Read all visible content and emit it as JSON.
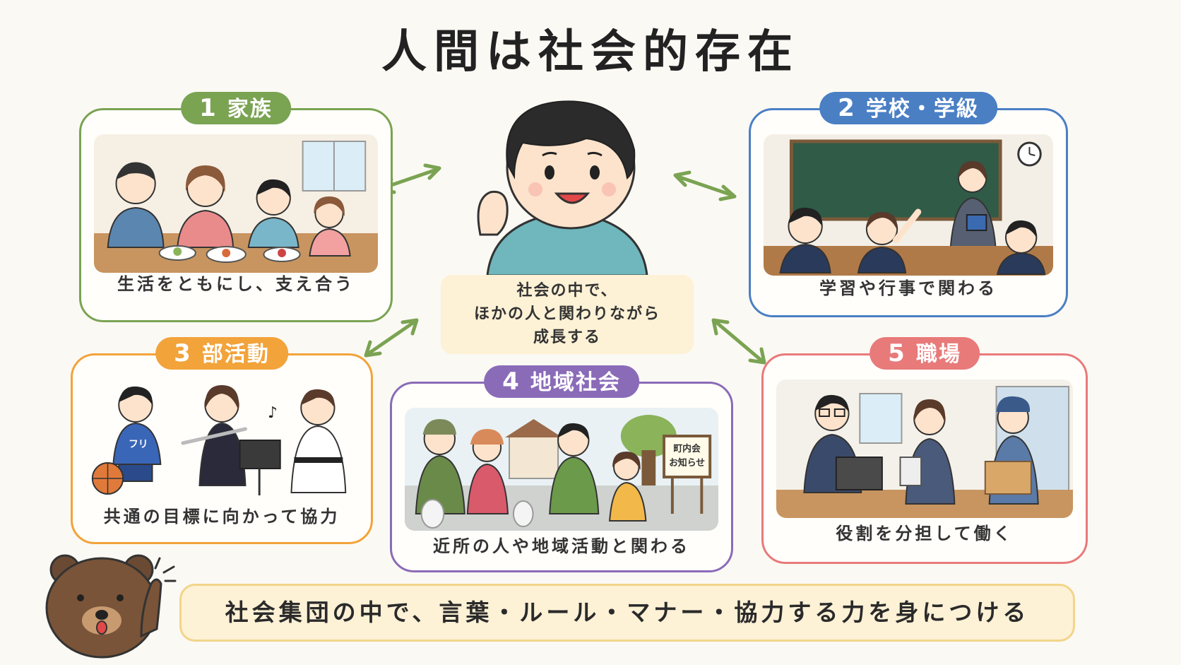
{
  "title": "人間は社会的存在",
  "center": {
    "lines": [
      "社会の中で、",
      "ほかの人と関わりながら",
      "成長する"
    ]
  },
  "groups": [
    {
      "number": "1",
      "name": "家族",
      "caption": "生活をともにし、支え合う",
      "color": "#7aa352"
    },
    {
      "number": "2",
      "name": "学校・学級",
      "caption": "学習や行事で関わる",
      "color": "#4a7fc4"
    },
    {
      "number": "3",
      "name": "部活動",
      "caption": "共通の目標に向かって協力",
      "color": "#f2a33a"
    },
    {
      "number": "4",
      "name": "地域社会",
      "caption": "近所の人や地域活動と関わる",
      "color": "#8a6bb8"
    },
    {
      "number": "5",
      "name": "職場",
      "caption": "役割を分担して働く",
      "color": "#e87a7a"
    }
  ],
  "scene_text": {
    "jersey": "フリ",
    "sign_line1": "町内会",
    "sign_line2": "お知らせ"
  },
  "bottom_message": "社会集団の中で、言葉・ルール・マナー・協力する力を身につける",
  "icons": [
    "boy-character",
    "bear-mascot",
    "double-arrow-icon",
    "music-note-icon",
    "clock-icon"
  ]
}
